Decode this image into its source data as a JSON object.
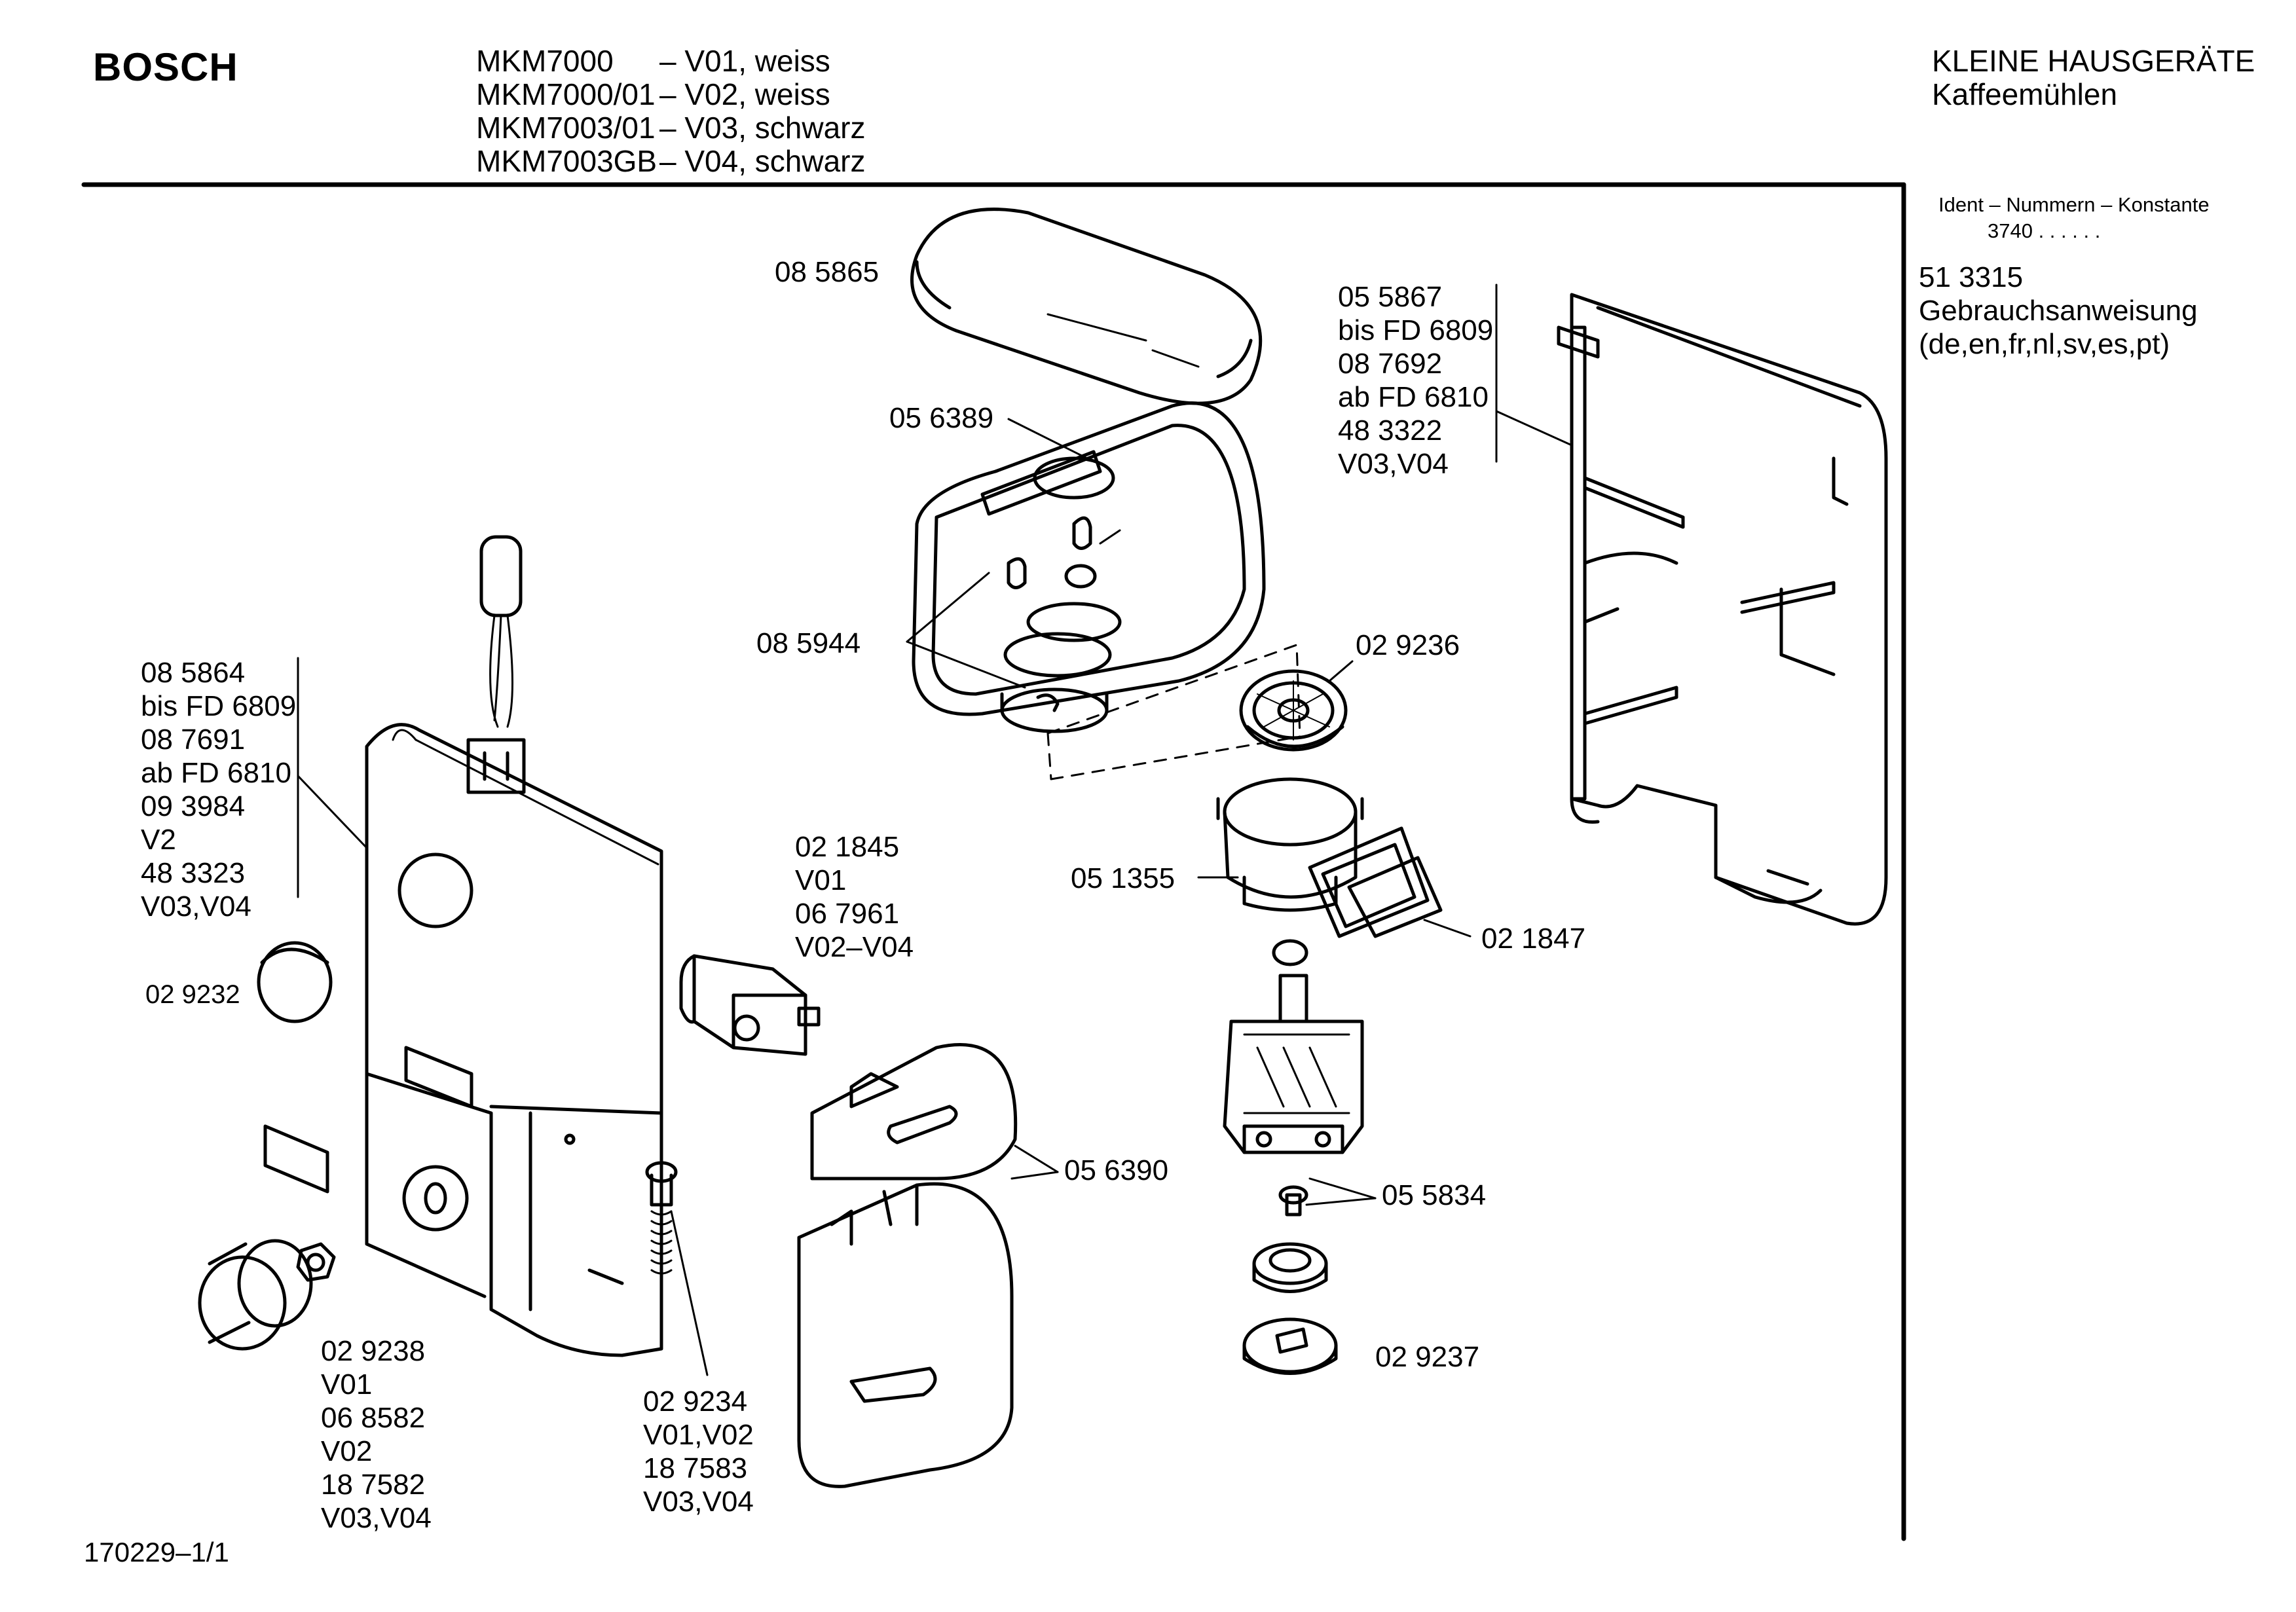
{
  "header": {
    "brand": "BOSCH",
    "models": [
      {
        "model": "MKM7000",
        "variant": "– V01, weiss"
      },
      {
        "model": "MKM7000/01",
        "variant": "– V02, weiss"
      },
      {
        "model": "MKM7003/01",
        "variant": "– V03, schwarz"
      },
      {
        "model": "MKM7003GB",
        "variant": "– V04, schwarz"
      }
    ],
    "category": "KLEINE HAUSGERÄTE",
    "subcategory": "Kaffeemühlen"
  },
  "side_panel": {
    "ident_title": "Ident – Nummern – Konstante",
    "ident_value": "3740 . .  . . . .",
    "doc_number": "51 3315",
    "doc_title": "Gebrauchsanweisung",
    "doc_languages": "(de,en,fr,nl,sv,es,pt)"
  },
  "parts": {
    "p085865": [
      "08 5865"
    ],
    "p056389": [
      "05 6389"
    ],
    "p085944": [
      "08 5944"
    ],
    "p055867": [
      "05 5867",
      "bis FD 6809",
      "08 7692",
      "ab FD 6810",
      "48 3322",
      "V03,V04"
    ],
    "p029236": [
      "02 9236"
    ],
    "p085864": [
      "08 5864",
      "bis FD 6809",
      "08 7691",
      "ab FD 6810",
      "09 3984",
      "V2",
      "48 3323",
      "V03,V04"
    ],
    "p021845": [
      "02 1845",
      "V01",
      "06 7961",
      "V02–V04"
    ],
    "p051355": [
      "05 1355"
    ],
    "p021847": [
      "02 1847"
    ],
    "p029232": [
      "02 9232"
    ],
    "p056390": [
      "05 6390"
    ],
    "p055834": [
      "05 5834"
    ],
    "p029238": [
      "02 9238",
      "V01",
      "06 8582",
      "V02",
      "18 7582",
      "V03,V04"
    ],
    "p029234": [
      "02 9234",
      "V01,V02",
      "18 7583",
      "V03,V04"
    ],
    "p029237": [
      "02 9237"
    ]
  },
  "footer": {
    "drawing_id": "170229–1/1"
  }
}
